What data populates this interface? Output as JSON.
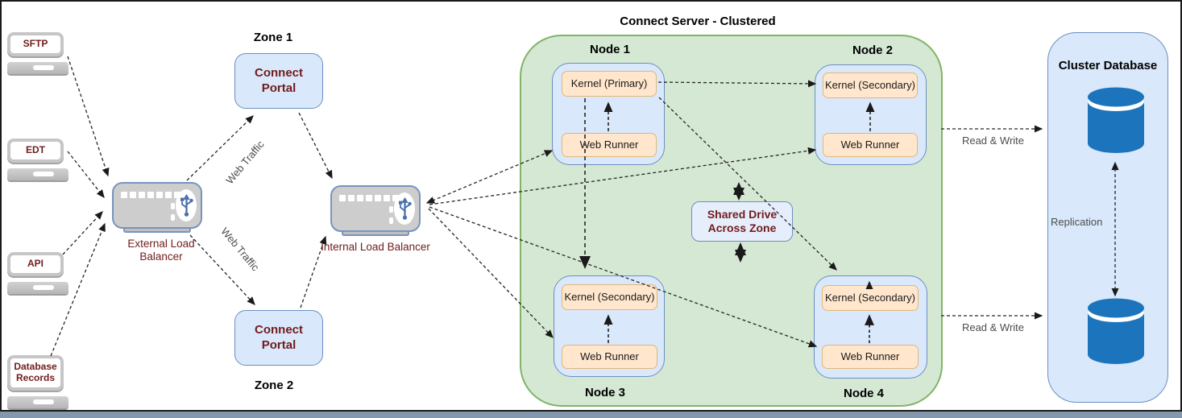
{
  "title": "Connect Server - Clustered",
  "sources": [
    {
      "label": "SFTP"
    },
    {
      "label": "EDT"
    },
    {
      "label": "API"
    },
    {
      "label": "Database Records"
    }
  ],
  "load_balancers": {
    "external": "External Load Balancer",
    "internal": "Internal Load Balancer"
  },
  "zones": [
    {
      "name": "Zone 1",
      "portal_label": "Connect Portal"
    },
    {
      "name": "Zone 2",
      "portal_label": "Connect Portal"
    }
  ],
  "cluster": {
    "title": "Connect Server - Clustered",
    "shared_drive_label": "Shared Drive Across Zone",
    "nodes": [
      {
        "name": "Node 1",
        "kernel": "Kernel (Primary)",
        "runner": "Web Runner"
      },
      {
        "name": "Node 2",
        "kernel": "Kernel (Secondary)",
        "runner": "Web Runner"
      },
      {
        "name": "Node 3",
        "kernel": "Kernel (Secondary)",
        "runner": "Web Runner"
      },
      {
        "name": "Node 4",
        "kernel": "Kernel (Secondary)",
        "runner": "Web Runner"
      }
    ]
  },
  "database": {
    "title": "Cluster Database",
    "replication_label": "Replication"
  },
  "edge_labels": {
    "web_traffic": "Web Traffic",
    "read_write": "Read & Write"
  },
  "icons": {
    "load_balancer": "usb-trident-icon",
    "database": "database-cylinder-icon",
    "source_device": "laptop-icon"
  },
  "colors": {
    "cluster_green_fill": "#d5e8d4",
    "cluster_green_border": "#82b366",
    "blue_fill": "#dae8fc",
    "blue_border": "#6c8ebf",
    "orange_fill": "#ffe6cc",
    "orange_border": "#e0b878",
    "database_blue": "#1c75bc",
    "maroon_text": "#701c1c",
    "gray_label": "#4d4d4d"
  }
}
